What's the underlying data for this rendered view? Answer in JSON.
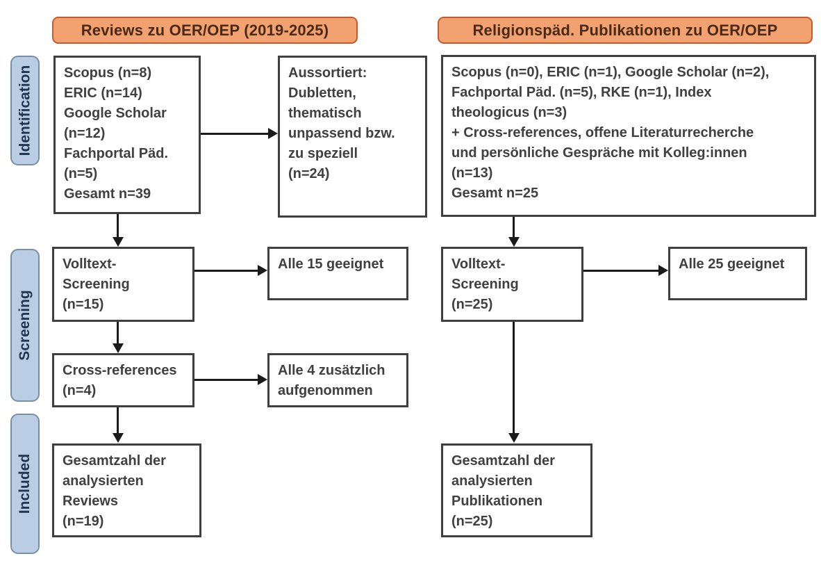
{
  "title_banners": {
    "left": "Reviews zu OER/OEP (2019-2025)",
    "right": "Religionspäd. Publikationen zu OER/OEP"
  },
  "stage_labels": {
    "identification": "Identification",
    "screening": "Screening",
    "included": "Included"
  },
  "left_column": {
    "identification_sources": "Scopus (n=8)\nERIC (n=14)\nGoogle Scholar\n(n=12)\nFachportal Päd.\n(n=5)\nGesamt n=39",
    "excluded": "Aussortiert:\nDubletten,\nthematisch\nunpassend bzw.\nzu speziell\n(n=24)",
    "fulltext_screening": "Volltext-\nScreening\n(n=15)",
    "screening_result": "Alle 15 geeignet",
    "cross_references": "Cross-references\n(n=4)",
    "cross_references_result": "Alle 4 zusätzlich\naufgenommen",
    "included_total": "Gesamtzahl der\nanalysierten\nReviews\n(n=19)"
  },
  "right_column": {
    "identification_sources": "Scopus (n=0), ERIC (n=1), Google Scholar (n=2),\nFachportal Päd. (n=5), RKE (n=1), Index\ntheologicus (n=3)\n+ Cross-references, offene Literaturrecherche\nund persönliche Gespräche mit Kolleg:innen\n(n=13)\nGesamt n=25",
    "fulltext_screening": "Volltext-\nScreening\n(n=25)",
    "screening_result": "Alle 25 geeignet",
    "included_total": "Gesamtzahl der\nanalysierten\nPublikationen\n(n=25)"
  },
  "colors": {
    "banner_fill": "#F2A170",
    "banner_border": "#C55A2E",
    "banner_text": "#4A2A17",
    "stage_fill": "#B9CDE5",
    "stage_border": "#7C8EA6",
    "stage_text": "#1F3550",
    "box_border": "#3F3F3F",
    "box_text": "#404040",
    "arrow": "#1A1A1A",
    "background": "#FFFFFF"
  }
}
